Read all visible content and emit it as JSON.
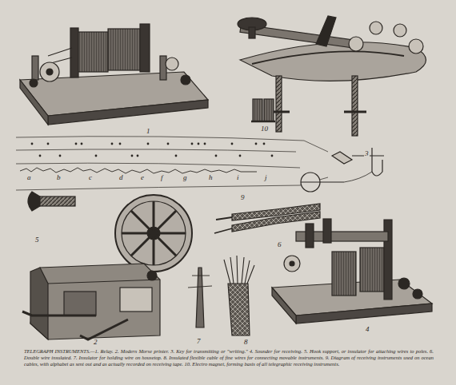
{
  "diagram": {
    "caption": "TELEGRAPH INSTRUMENTS.—1. Relay. 2. Modern Morse printer. 3. Key for transmitting or \"writing.\" 4. Sounder for receiving. 5. Hook support, or insulator for attaching wires to poles. 6. Double wire insulated. 7. Insulator for holding wire on housetop. 8. Insulated flexible cable of fine wires for connecting movable instruments. 9. Diagram of receiving instruments used on ocean cables, with alphabet as sent out and as actually recorded on receiving tape. 10. Electro magnet, forming basis of all telegraphic receiving instruments.",
    "labels": [
      "1",
      "3",
      "10",
      "a",
      "b",
      "c",
      "d",
      "e",
      "f",
      "g",
      "h",
      "i",
      "j",
      "9",
      "5",
      "6",
      "2",
      "7",
      "8",
      "4"
    ]
  }
}
